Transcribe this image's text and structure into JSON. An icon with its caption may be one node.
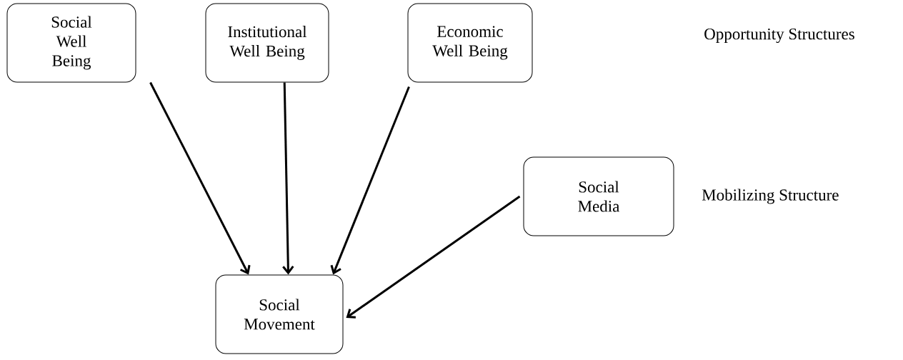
{
  "diagram": {
    "nodes": [
      {
        "text": [
          "Social Well Being"
        ]
      },
      {
        "text": [
          "Institutional Well Being"
        ]
      },
      {
        "text": [
          "Economic Well Being"
        ]
      },
      {
        "text": [
          "Social Media"
        ]
      },
      {
        "text": [
          "Social Movement"
        ]
      }
    ],
    "edges": [
      {
        "from": 0,
        "to": 4,
        "arrow": "to"
      },
      {
        "from": 1,
        "to": 4,
        "arrow": "to"
      },
      {
        "from": 2,
        "to": 4,
        "arrow": "to"
      },
      {
        "from": 3,
        "to": 4,
        "arrow": "to"
      }
    ],
    "labels": [
      "Opportunity Structures",
      "Mobilizing Structure"
    ]
  }
}
